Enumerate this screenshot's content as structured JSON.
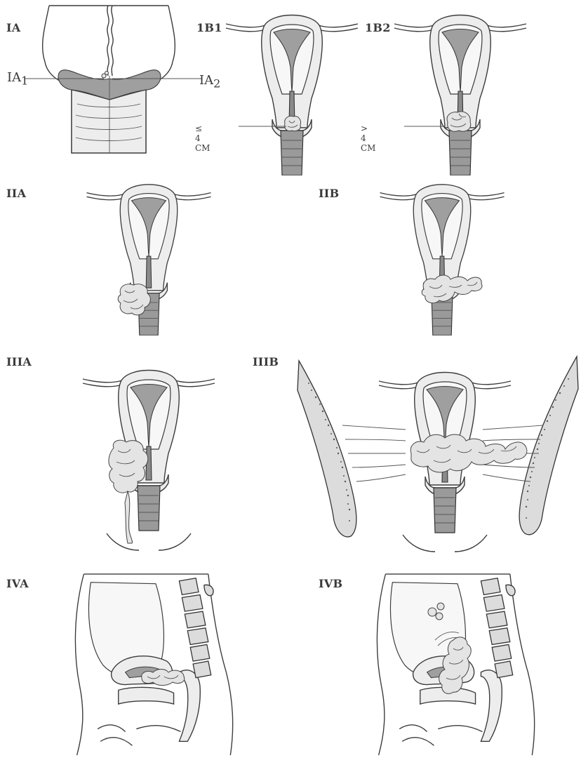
{
  "figure": {
    "panels": [
      {
        "id": "IA",
        "label": "IA",
        "sub_labels": [
          "IA",
          "1",
          "IA",
          "2"
        ]
      },
      {
        "id": "1B1",
        "label": "1B1",
        "size_label": "≤ 4 CM"
      },
      {
        "id": "1B2",
        "label": "1B2",
        "size_label": "> 4 CM"
      },
      {
        "id": "IIA",
        "label": "IIA"
      },
      {
        "id": "IIB",
        "label": "IIB"
      },
      {
        "id": "IIIA",
        "label": "IIIA"
      },
      {
        "id": "IIIB",
        "label": "IIIB"
      },
      {
        "id": "IVA",
        "label": "IVA"
      },
      {
        "id": "IVB",
        "label": "IVB"
      }
    ]
  },
  "labels": {
    "ia": "IA",
    "ia1_main": "IA",
    "ia1_sub": "1",
    "ia2_main": "IA",
    "ia2_sub": "2",
    "b1": "1B1",
    "b1_size": "≤ 4 CM",
    "b2": "1B2",
    "b2_size": "> 4 CM",
    "iia": "IIA",
    "iib": "IIB",
    "iiia": "IIIA",
    "iiib": "IIIB",
    "iva": "IVA",
    "ivb": "IVB"
  },
  "colors": {
    "outline": "#3c3c3c",
    "tissue": "#ededed",
    "cavity": "#9f9f9f",
    "tumor": "#e4e4e4"
  }
}
